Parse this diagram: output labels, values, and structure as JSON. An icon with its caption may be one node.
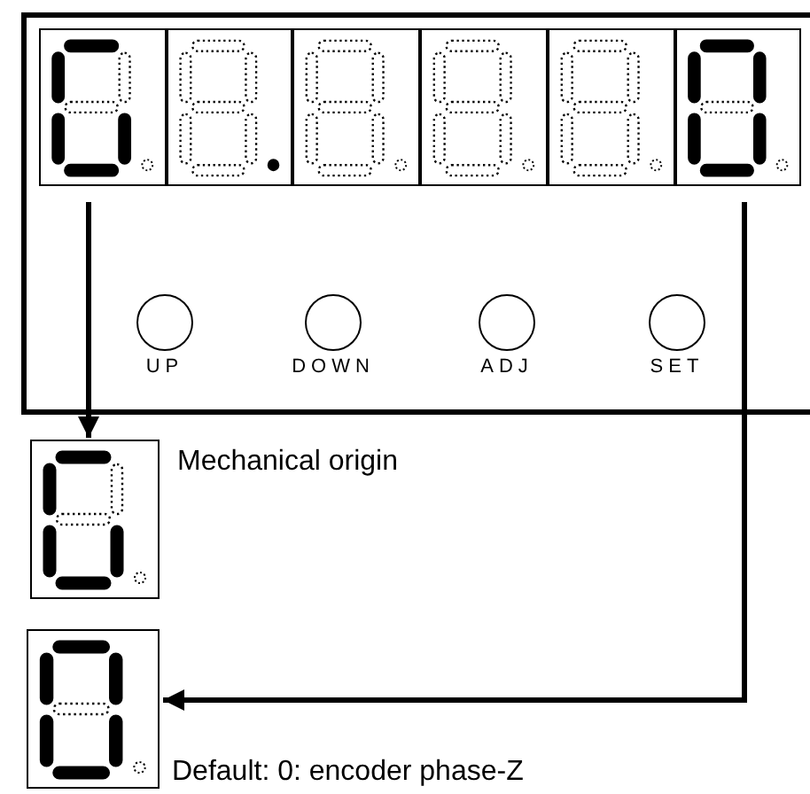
{
  "diagram": {
    "nodes": [
      {
        "text": [],
        "shape": "box"
      },
      {
        "text": [],
        "shape": "picture",
        "in": 0
      },
      {
        "text": [],
        "shape": "picture",
        "in": 0
      },
      {
        "text": [],
        "shape": "picture",
        "in": 0
      },
      {
        "text": [],
        "shape": "picture",
        "in": 0
      },
      {
        "text": [],
        "shape": "picture",
        "in": 0
      },
      {
        "text": [],
        "shape": "picture",
        "in": 0
      },
      {
        "text": [],
        "shape": "circle",
        "in": 0,
        "beside": [
          "UP"
        ]
      },
      {
        "text": [],
        "shape": "circle",
        "in": 0,
        "beside": [
          "DOWN"
        ]
      },
      {
        "text": [],
        "shape": "circle",
        "in": 0,
        "beside": [
          "ADJ"
        ]
      },
      {
        "text": [],
        "shape": "circle",
        "in": 0,
        "beside": [
          "SET"
        ]
      },
      {
        "text": [],
        "shape": "picture",
        "beside": [
          "Mechanical origin"
        ]
      },
      {
        "text": [],
        "shape": "picture",
        "beside": [
          "Default: 0: encoder phase-Z"
        ]
      }
    ],
    "edges": [
      {
        "from": 1,
        "to": 11,
        "arrow": "to"
      },
      {
        "from": 6,
        "to": 12,
        "arrow": "to"
      }
    ]
  }
}
